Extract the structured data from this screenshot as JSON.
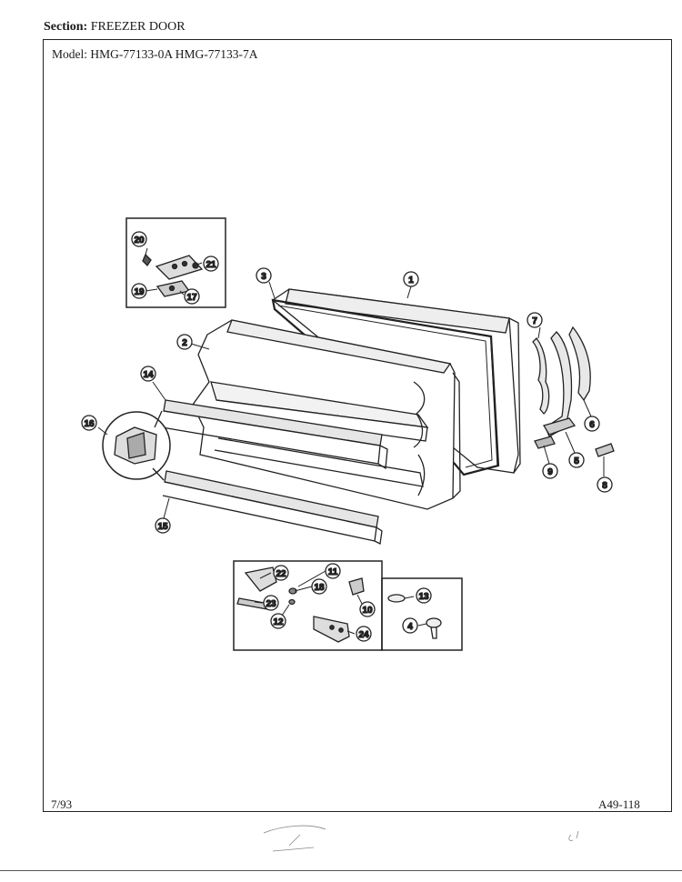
{
  "header": {
    "section_label": "Section:",
    "section_value": "FREEZER DOOR",
    "model_label": "Model:",
    "model_value": "HMG-77133-0A  HMG-77133-7A"
  },
  "footer": {
    "date": "7/93",
    "page_code": "A49-118"
  },
  "callouts": {
    "c1": "1",
    "c2": "2",
    "c3": "3",
    "c4": "4",
    "c5": "5",
    "c6": "6",
    "c7": "7",
    "c8": "8",
    "c9": "9",
    "c10": "10",
    "c11": "11",
    "c12": "12",
    "c13": "13",
    "c14": "14",
    "c15": "15",
    "c16": "16",
    "c17": "17",
    "c18": "18",
    "c19": "19",
    "c20": "20",
    "c21": "21",
    "c22": "22",
    "c23": "23",
    "c24": "24"
  }
}
